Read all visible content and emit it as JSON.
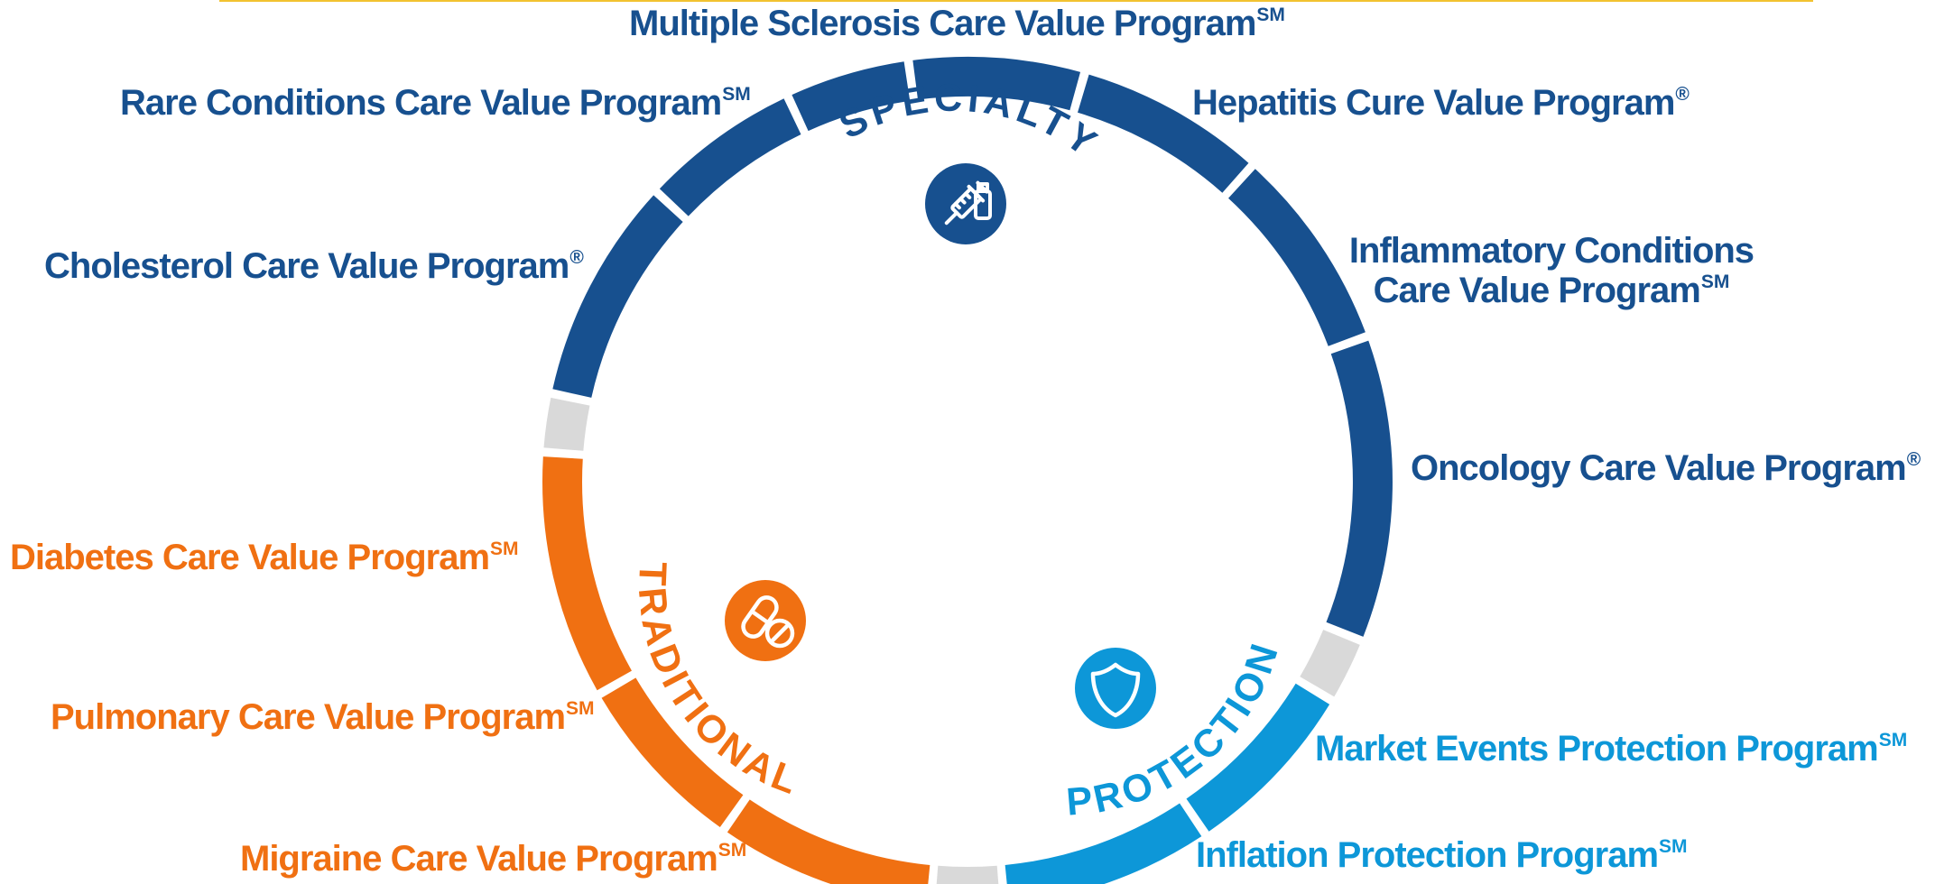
{
  "categories": {
    "specialty": {
      "label": "SPECIALTY",
      "color": "#17508f"
    },
    "traditional": {
      "label": "TRADITIONAL",
      "color": "#f07012"
    },
    "protection": {
      "label": "PROTECTION",
      "color": "#0d97d8"
    }
  },
  "gap_color": "#d9d9d9",
  "programs": {
    "multiple_sclerosis": {
      "name": "Multiple Sclerosis Care Value Program",
      "mark": "SM"
    },
    "hepatitis": {
      "name": "Hepatitis Cure Value Program",
      "mark": "®"
    },
    "inflammatory": {
      "line1": "Inflammatory Conditions",
      "line2": "Care Value Program",
      "mark": "SM"
    },
    "oncology": {
      "name": "Oncology Care Value Program",
      "mark": "®"
    },
    "rare_conditions": {
      "name": "Rare Conditions Care Value Program",
      "mark": "SM"
    },
    "cholesterol": {
      "name": "Cholesterol Care Value Program",
      "mark": "®"
    },
    "diabetes": {
      "name": "Diabetes Care Value Program",
      "mark": "SM"
    },
    "pulmonary": {
      "name": "Pulmonary Care Value Program",
      "mark": "SM"
    },
    "migraine": {
      "name": "Migraine Care Value Program",
      "mark": "SM"
    },
    "market_events": {
      "name": "Market Events Protection Program",
      "mark": "SM"
    },
    "inflation": {
      "name": "Inflation Protection Program",
      "mark": "SM"
    }
  },
  "icons": {
    "specialty": "syringe-vial-icon",
    "traditional": "pills-icon",
    "protection": "shield-icon"
  }
}
